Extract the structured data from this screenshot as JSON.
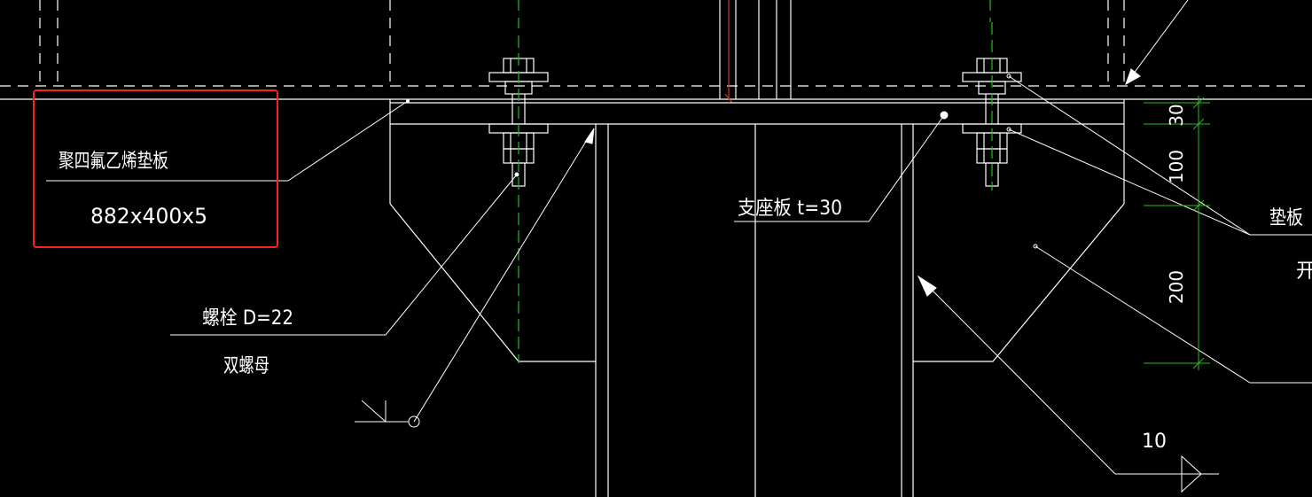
{
  "labels": {
    "ptfe_pad_name": "聚四氟乙烯垫板",
    "ptfe_pad_size": "882x400x5",
    "support_plate": "支座板 t=30",
    "bolt": "螺栓 D=22",
    "double_nut": "双螺母",
    "pad_right": "垫板",
    "open_right": "开"
  },
  "dimensions": {
    "d30": "30",
    "d100": "100",
    "d200": "200",
    "weld": "10"
  },
  "colors": {
    "line": "#ffffff",
    "dim": "#20c020",
    "highlight": "#ff2020",
    "center": "#c04020",
    "background": "#000000"
  }
}
